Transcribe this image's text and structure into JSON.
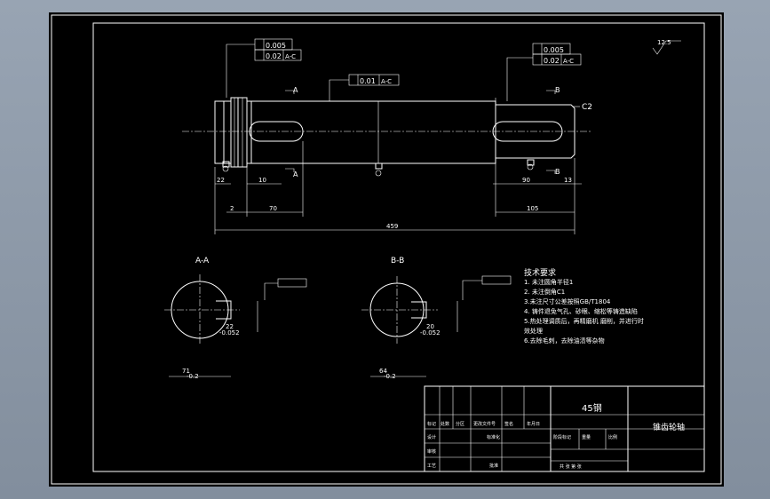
{
  "colors": {
    "background": "#000000",
    "lines": "#ffffff",
    "window": "#8f9aa8"
  },
  "surface_mark": "12.5",
  "fcf": {
    "left_runout": "0.005",
    "left_position": "0.02",
    "left_datum": "A-C",
    "right_runout": "0.005",
    "right_position": "0.02",
    "right_datum": "A-C",
    "middle_position": "0.01",
    "middle_datum": "A-C"
  },
  "labels": {
    "section_a_arrow": "A",
    "section_b_arrow": "B",
    "chamfer": "C2",
    "section_a_title": "A-A",
    "section_b_title": "B-B"
  },
  "dims": {
    "d22": "22",
    "d10": "10",
    "d2": "2",
    "d70": "70",
    "d90": "90",
    "d13": "13",
    "d105": "105",
    "d459": "459",
    "a_depth": "22",
    "a_depth_tol": "-0.052",
    "a_width": "71",
    "a_width_tol": "-0.2",
    "b_depth": "20",
    "b_depth_tol": "-0.052",
    "b_width": "64",
    "b_width_tol": "-0.2"
  },
  "tech": {
    "heading": "技术要求",
    "lines": [
      "1. 未注圆角半径1",
      "2. 未注倒角C1",
      "3.未注尺寸公差按照GB/T1804",
      "4. 铸件退免气孔、砂眼、缩松等铸造缺陷",
      "5.热处理调质后，再精磨机 磨削，并进行时",
      "  效处理",
      "6.去除毛刺，去除油渍等杂物"
    ]
  },
  "title_block": {
    "material": "45钢",
    "part_name": "锥齿轮轴",
    "row_labels": [
      "标记",
      "处数",
      "分区",
      "更改文件号",
      "签名",
      "年月日"
    ],
    "design": "设计",
    "standardize": "标准化",
    "review": "审核",
    "process": "工艺",
    "approve": "批准",
    "stage_mark": "阶段标记",
    "weight": "重量",
    "scale": "比例",
    "sheet_info": "共 张 第 张"
  }
}
